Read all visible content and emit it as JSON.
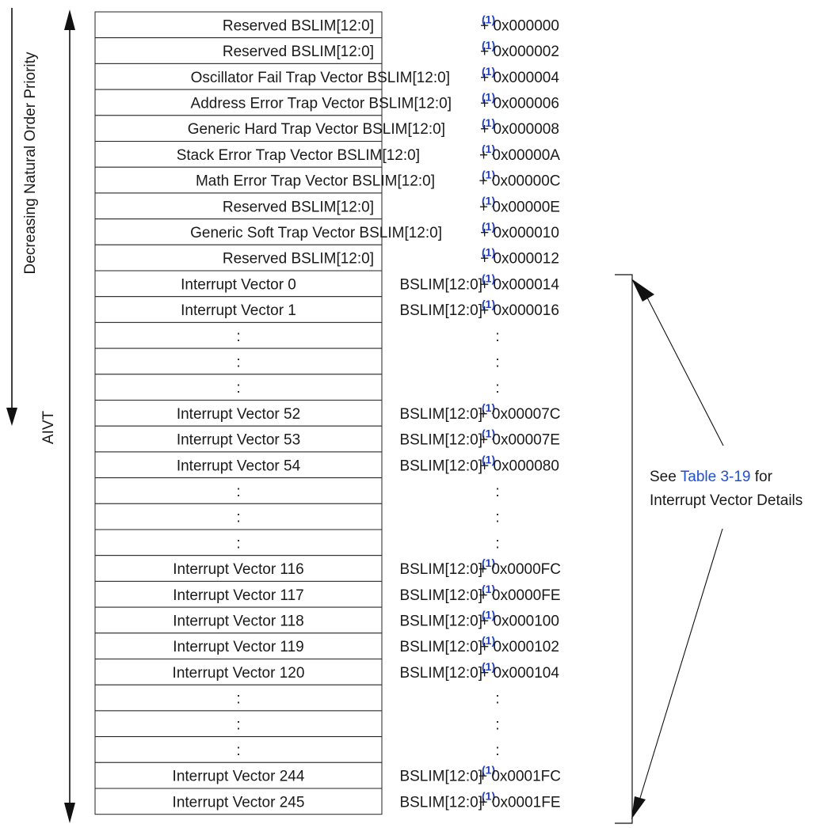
{
  "axis_label": "Decreasing Natural Order Priority",
  "region_label": "AIVT",
  "note_mark": "(1)",
  "note": {
    "line1_prefix": "See ",
    "line1_link": "Table 3-19",
    "line1_suffix": " for",
    "line2": "Interrupt Vector Details"
  },
  "rows": [
    {
      "label": "Reserved BSLIM[12:0]",
      "prefix": "",
      "offset": "+ 0x000000"
    },
    {
      "label": "Reserved BSLIM[12:0]",
      "prefix": "",
      "offset": "+ 0x000002"
    },
    {
      "label": "Oscillator Fail Trap Vector BSLIM[12:0]",
      "prefix": "",
      "offset": "+ 0x000004"
    },
    {
      "label": "Address Error Trap Vector BSLIM[12:0]",
      "prefix": "",
      "offset": "+ 0x000006"
    },
    {
      "label": "Generic Hard Trap Vector BSLIM[12:0]",
      "prefix": "",
      "offset": "+ 0x000008"
    },
    {
      "label": "Stack Error Trap Vector BSLIM[12:0]",
      "prefix": "",
      "offset": "+ 0x00000A"
    },
    {
      "label": "Math Error Trap Vector BSLIM[12:0]",
      "prefix": "",
      "offset": "+ 0x00000C"
    },
    {
      "label": "Reserved BSLIM[12:0]",
      "prefix": "",
      "offset": "+ 0x00000E"
    },
    {
      "label": "Generic Soft Trap Vector BSLIM[12:0]",
      "prefix": "",
      "offset": "+ 0x000010"
    },
    {
      "label": "Reserved BSLIM[12:0]",
      "prefix": "",
      "offset": "+ 0x000012"
    },
    {
      "label": "Interrupt Vector 0",
      "prefix": "BSLIM[12:0]",
      "offset": "+ 0x000014"
    },
    {
      "label": "Interrupt Vector 1",
      "prefix": "BSLIM[12:0]",
      "offset": "+ 0x000016"
    },
    {
      "label": ":",
      "prefix": "",
      "offset": ":"
    },
    {
      "label": ":",
      "prefix": "",
      "offset": ":"
    },
    {
      "label": ":",
      "prefix": "",
      "offset": ":"
    },
    {
      "label": "Interrupt Vector 52",
      "prefix": "BSLIM[12:0]",
      "offset": "+ 0x00007C"
    },
    {
      "label": "Interrupt Vector 53",
      "prefix": "BSLIM[12:0]",
      "offset": "+ 0x00007E"
    },
    {
      "label": "Interrupt Vector 54",
      "prefix": "BSLIM[12:0]",
      "offset": "+ 0x000080"
    },
    {
      "label": ":",
      "prefix": "",
      "offset": ":"
    },
    {
      "label": ":",
      "prefix": "",
      "offset": ":"
    },
    {
      "label": ":",
      "prefix": "",
      "offset": ":"
    },
    {
      "label": "Interrupt Vector 116",
      "prefix": "BSLIM[12:0]",
      "offset": "+ 0x0000FC"
    },
    {
      "label": "Interrupt Vector 117",
      "prefix": "BSLIM[12:0]",
      "offset": "+ 0x0000FE"
    },
    {
      "label": "Interrupt Vector 118",
      "prefix": "BSLIM[12:0]",
      "offset": "+ 0x000100"
    },
    {
      "label": "Interrupt Vector 119",
      "prefix": "BSLIM[12:0]",
      "offset": "+ 0x000102"
    },
    {
      "label": "Interrupt Vector 120",
      "prefix": "BSLIM[12:0]",
      "offset": "+ 0x000104"
    },
    {
      "label": ":",
      "prefix": "",
      "offset": ":"
    },
    {
      "label": ":",
      "prefix": "",
      "offset": ":"
    },
    {
      "label": ":",
      "prefix": "",
      "offset": ":"
    },
    {
      "label": "Interrupt Vector 244",
      "prefix": "BSLIM[12:0]",
      "offset": "+ 0x0001FC"
    },
    {
      "label": "Interrupt Vector 245",
      "prefix": "BSLIM[12:0]",
      "offset": "+ 0x0001FE"
    }
  ]
}
